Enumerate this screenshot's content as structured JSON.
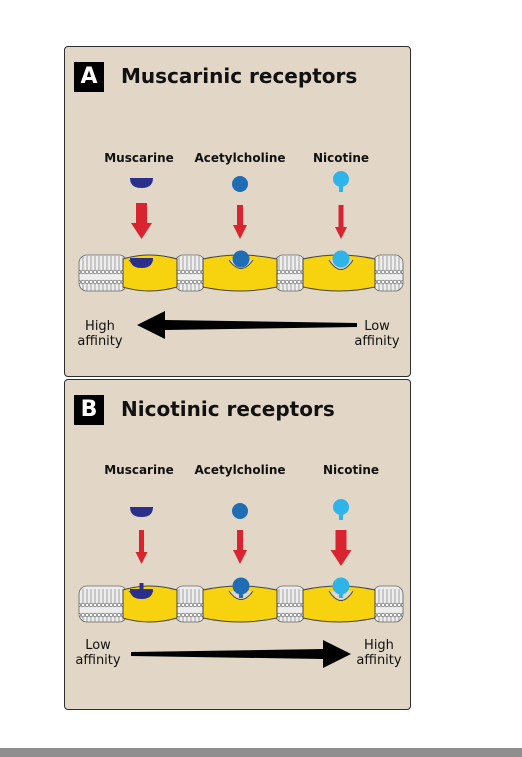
{
  "panels": [
    {
      "badge": "A",
      "title": "Muscarinic receptors",
      "ligands": [
        "Muscarine",
        "Acetylcholine",
        "Nicotine"
      ],
      "affinity_left": [
        "High",
        "affinity"
      ],
      "affinity_right": [
        "Low",
        "affinity"
      ]
    },
    {
      "badge": "B",
      "title": "Nicotinic receptors",
      "ligands": [
        "Muscarine",
        "Acetylcholine",
        "Nicotine"
      ],
      "affinity_left": [
        "Low",
        "affinity"
      ],
      "affinity_right": [
        "High",
        "affinity"
      ]
    }
  ],
  "colors": {
    "panel_bg": "#e2d6c6",
    "membrane": "#f7d30f",
    "muscarine": "#2b2f8c",
    "acetylcholine": "#1f6db5",
    "nicotine": "#2fb4ea",
    "arrow_red": "#d92331"
  }
}
